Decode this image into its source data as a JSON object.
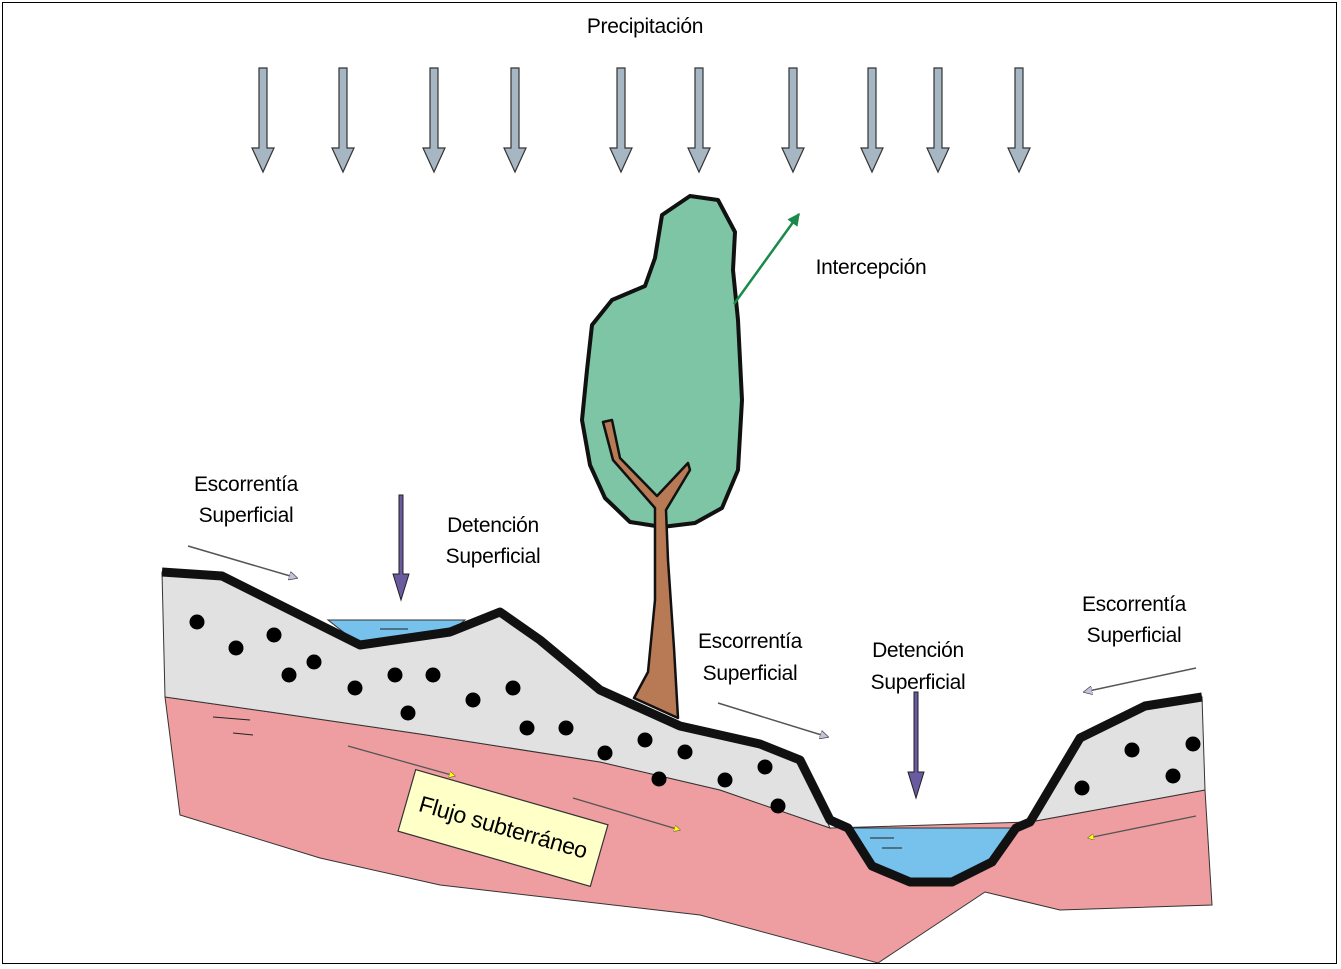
{
  "labels": {
    "precipitation": "Precipitación",
    "interception": "Intercepción",
    "runoff_left_line1": "Escorrentía",
    "runoff_left_line2": "Superficial",
    "detention_left_line1": "Detención",
    "detention_left_line2": "Superficial",
    "runoff_mid_line1": "Escorrentía",
    "runoff_mid_line2": "Superficial",
    "detention_right_line1": "Detención",
    "detention_right_line2": "Superficial",
    "runoff_right_line1": "Escorrentía",
    "runoff_right_line2": "Superficial",
    "groundwater": "Flujo subterráneo"
  },
  "colors": {
    "rain_arrow": "#a6b6c2",
    "tree_canopy": "#7dc5a5",
    "tree_trunk": "#b87a55",
    "interception_arrow": "#1a8a4a",
    "runoff_arrow": "#c6c0dc",
    "detention_arrow": "#6a5aa0",
    "soil_upper": "#e1e1e1",
    "soil_lower": "#ee9ea0",
    "water": "#76c2ec",
    "groundwater_arrow": "#ffff00",
    "groundwater_box": "#ffffc8",
    "surface_crust": "#111111"
  }
}
